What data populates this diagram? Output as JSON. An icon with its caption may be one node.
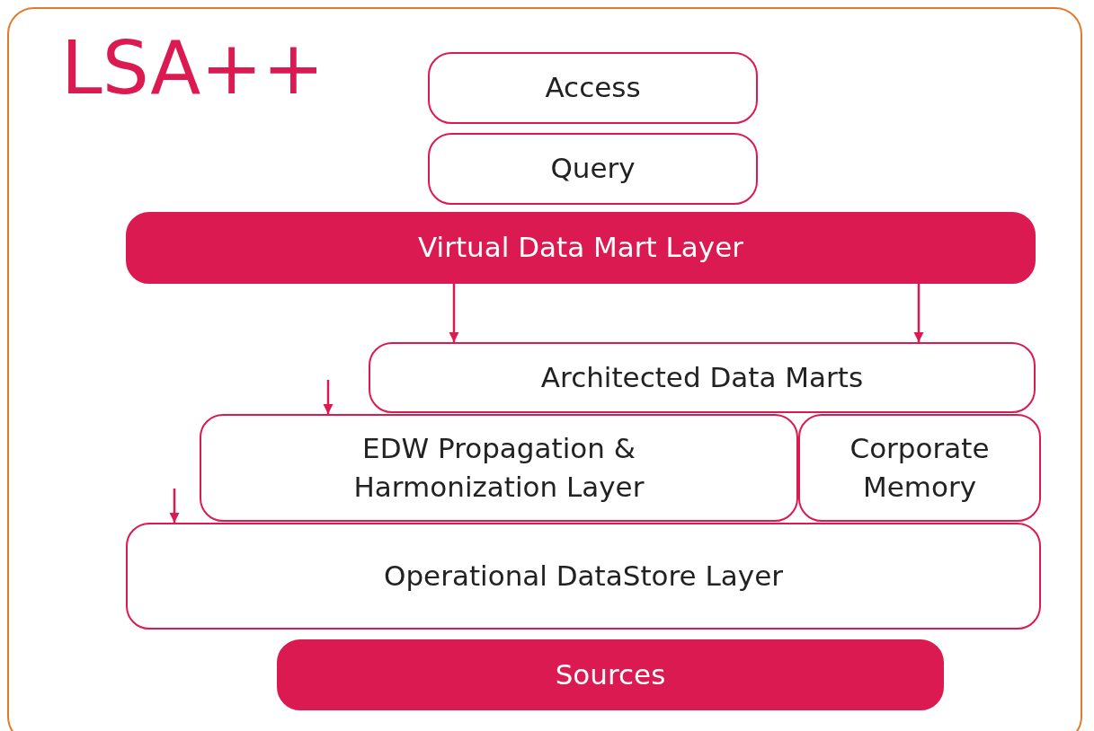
{
  "diagram": {
    "title": "LSA++",
    "nodes": [
      {
        "text": [
          "Access"
        ]
      },
      {
        "text": [
          "Query"
        ]
      },
      {
        "text": [
          "Virtual Data Mart Layer"
        ]
      },
      {
        "text": [
          "Architected Data Marts"
        ]
      },
      {
        "text": [
          "EDW Propagation & Harmonization Layer"
        ]
      },
      {
        "text": [
          "Corporate Memory"
        ]
      },
      {
        "text": [
          "Operational DataStore Layer"
        ]
      },
      {
        "text": [
          "Sources"
        ]
      }
    ],
    "edges": [
      {
        "from": 2,
        "to": 3,
        "arrow": "to"
      },
      {
        "from": 2,
        "to": 3,
        "arrow": "to"
      },
      {
        "from": null,
        "to": 4,
        "arrow": "to"
      },
      {
        "from": null,
        "to": 6,
        "arrow": "to"
      }
    ]
  }
}
